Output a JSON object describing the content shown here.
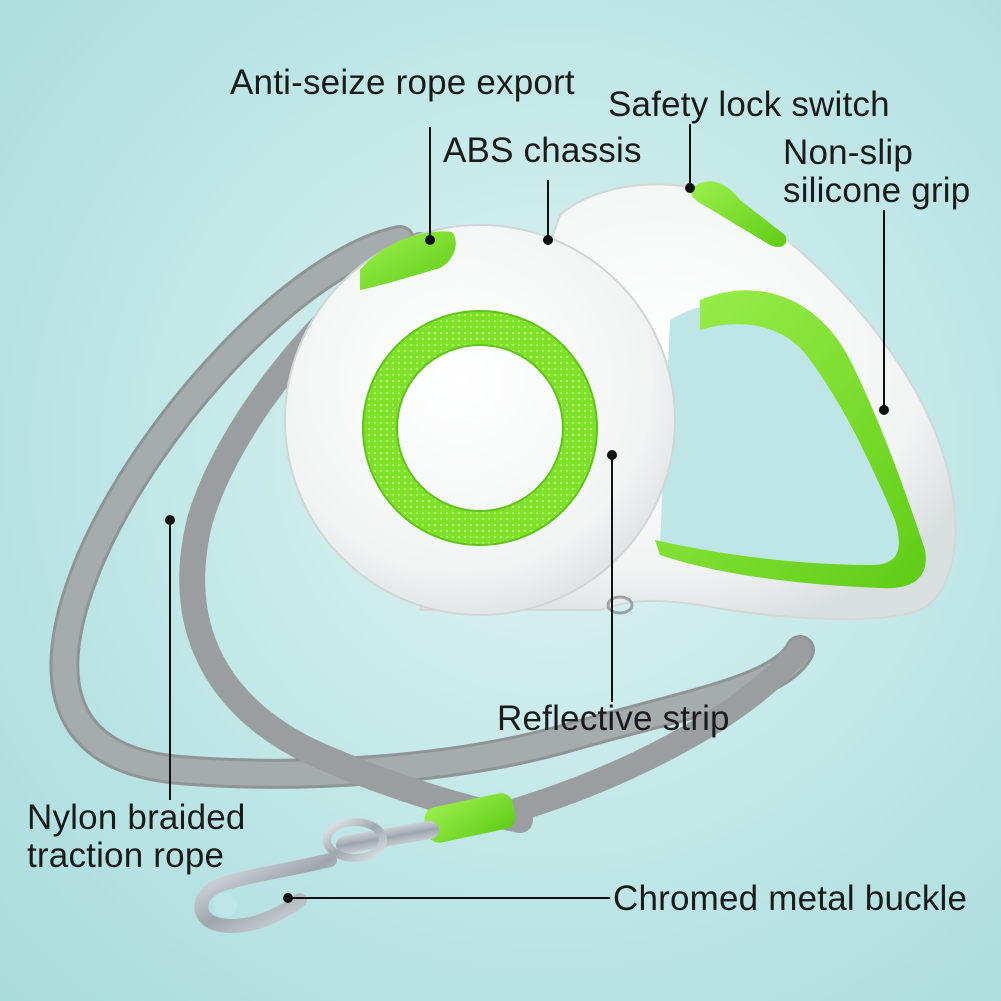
{
  "labels": {
    "anti_seize": "Anti-seize rope export",
    "abs_chassis": "ABS chassis",
    "safety_lock": "Safety lock switch",
    "non_slip_line1": "Non-slip",
    "non_slip_line2": "silicone grip",
    "reflective": "Reflective strip",
    "nylon_line1": "Nylon braided",
    "nylon_line2": "traction rope",
    "chromed": "Chromed metal buckle"
  },
  "colors": {
    "accent_green": "#7ee02a",
    "body_white": "#f7f8f8",
    "rope_gray": "#9a9ea0",
    "background": "#bfe6e6",
    "metal": "#b8bec4"
  }
}
